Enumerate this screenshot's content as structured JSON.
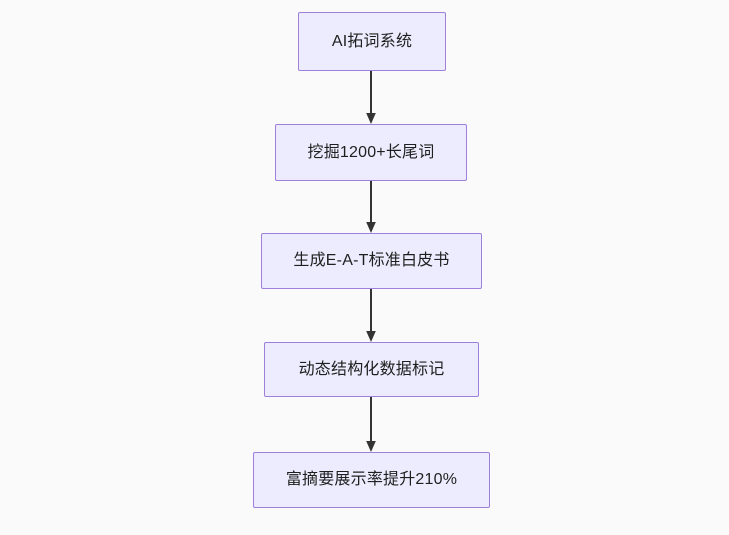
{
  "diagram": {
    "type": "flowchart",
    "direction": "top-to-bottom",
    "background_color": "#fafafa",
    "node_fill_color": "#ececfe",
    "node_border_color": "#9e7fdb",
    "node_text_color": "#1f1f1f",
    "edge_color": "#333333",
    "nodes": [
      {
        "id": "n1",
        "label": "AI拓词系统"
      },
      {
        "id": "n2",
        "label": "挖掘1200+长尾词"
      },
      {
        "id": "n3",
        "label": "生成E-A-T标准白皮书"
      },
      {
        "id": "n4",
        "label": "动态结构化数据标记"
      },
      {
        "id": "n5",
        "label": "富摘要展示率提升210%"
      }
    ],
    "edges": [
      {
        "from": "n1",
        "to": "n2",
        "label": ""
      },
      {
        "from": "n2",
        "to": "n3",
        "label": ""
      },
      {
        "from": "n3",
        "to": "n4",
        "label": ""
      },
      {
        "from": "n4",
        "to": "n5",
        "label": ""
      }
    ]
  }
}
